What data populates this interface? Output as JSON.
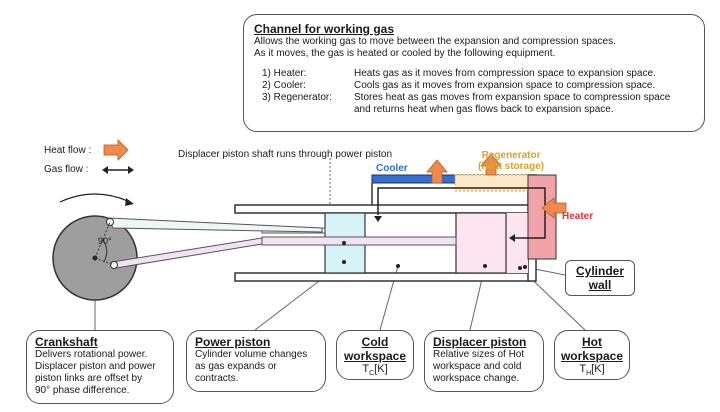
{
  "channel_box": {
    "title": "Channel for working gas",
    "intro_1": "Allows the working gas to move between the expansion and compression spaces.",
    "intro_2": "As it moves, the gas is heated or cooled by the following equipment.",
    "items": [
      {
        "label": "1) Heater:",
        "text": "Heats gas as it moves from compression space to expansion space."
      },
      {
        "label": "2) Cooler:",
        "text": "Cools gas as it moves from expansion space to compression space."
      },
      {
        "label": "3) Regenerator:",
        "text": "Stores heat as gas moves from expansion space to compression space",
        "text2": "and returns heat when gas flows back to expansion space."
      }
    ]
  },
  "legend": {
    "heat_flow": "Heat flow :",
    "gas_flow": "Gas flow :"
  },
  "labels": {
    "shaft_note": "Displacer piston shaft runs through power piston",
    "cooler": "Cooler",
    "regenerator_1": "Regenerator",
    "regenerator_2": "(heat storage)",
    "heater": "Heater",
    "angle": "90°",
    "cylinder_wall_1": "Cylinder",
    "cylinder_wall_2": "wall"
  },
  "callouts": {
    "crankshaft": {
      "title": "Crankshaft",
      "lines": [
        "Delivers rotational power.",
        "Displacer piston and power",
        "piston links are offset by",
        "90° phase difference."
      ]
    },
    "power_piston": {
      "title": "Power piston",
      "lines": [
        "Cylinder volume changes",
        "as gas expands or",
        "contracts."
      ]
    },
    "cold_workspace": {
      "title_1": "Cold",
      "title_2": "workspace",
      "temp_main": "T",
      "temp_sub": "C",
      "temp_unit": "[K]"
    },
    "displacer_piston": {
      "title": "Displacer piston",
      "lines": [
        "Relative sizes of Hot",
        "workspace and cold",
        "workspace change."
      ]
    },
    "hot_workspace": {
      "title_1": "Hot",
      "title_2": "workspace",
      "temp_main": "T",
      "temp_sub": "H",
      "temp_unit": "[K]"
    }
  },
  "colors": {
    "cooler": "#2f6fd6",
    "heater": "#e0303a",
    "regenerator": "#d9a22a",
    "heat_arrow": "#f08a4b",
    "cold_space": "#d6f3f8",
    "hot_space": "#fde4f1",
    "heater_fill": "#f1a3a8"
  }
}
